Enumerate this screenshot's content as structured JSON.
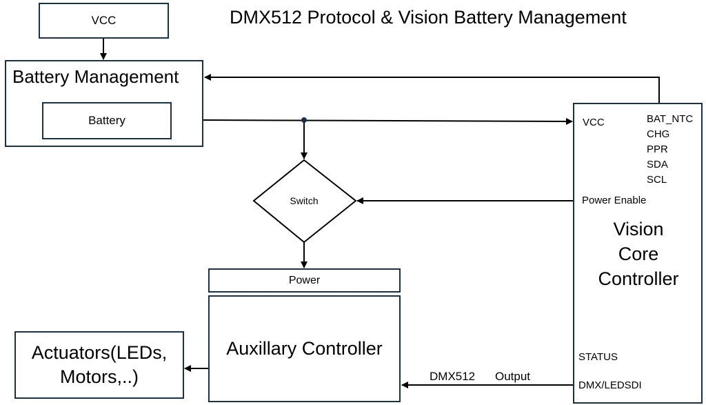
{
  "title": "DMX512 Protocol & Vision Battery Management",
  "vcc_box": {
    "label": "VCC"
  },
  "battery_management": {
    "label": "Battery Management",
    "battery_label": "Battery"
  },
  "vision_core_controller": {
    "pins": {
      "vcc": "VCC",
      "bat_ntc": "BAT_NTC",
      "chg": "CHG",
      "ppr": "PPR",
      "sda": "SDA",
      "scl": "SCL",
      "power_enable": "Power Enable",
      "status": "STATUS",
      "dmx_ledsdi": "DMX/LEDSDI"
    },
    "title_lines": [
      "Vision",
      "Core",
      "Controller"
    ]
  },
  "switch": {
    "label": "Switch"
  },
  "auxiliary": {
    "power_label": "Power",
    "label": "Auxillary Controller"
  },
  "actuators": {
    "line1": "Actuators(LEDs,",
    "line2": "Motors,..)"
  },
  "dmx_link": {
    "protocol_label": "DMX512",
    "direction_label": "Output"
  },
  "colors": {
    "border": "#1a3046",
    "line": "#000000",
    "junction": "#1a3046"
  }
}
